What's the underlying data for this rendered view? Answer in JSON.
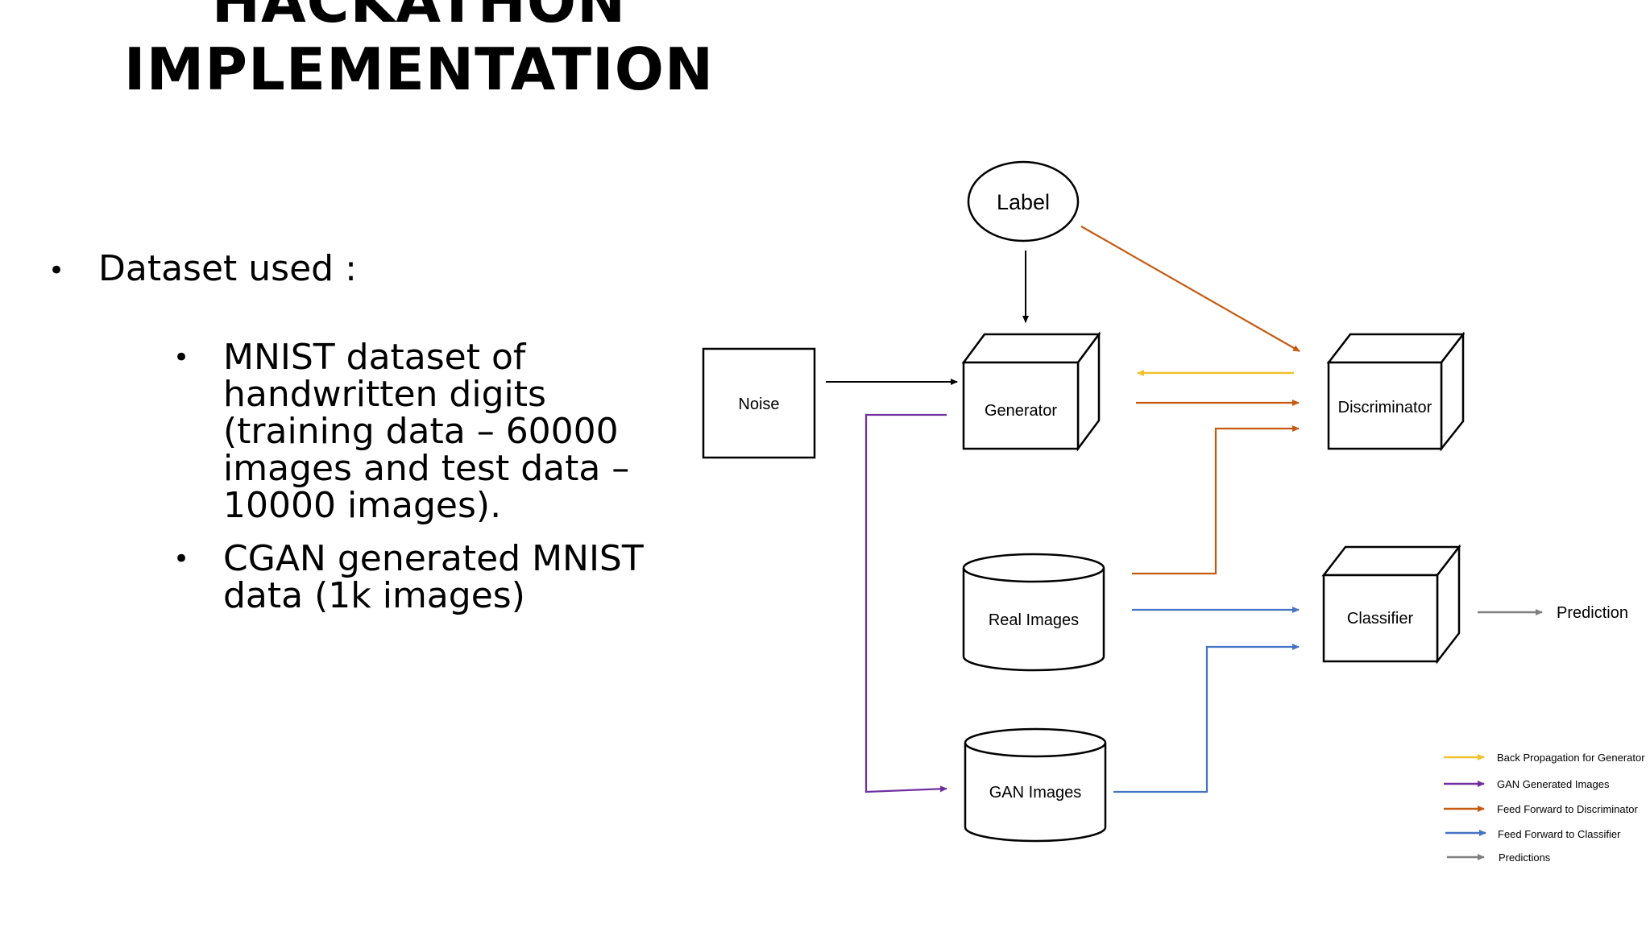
{
  "title": {
    "line1": "HACKATHON",
    "line2": "IMPLEMENTATION"
  },
  "bullets": {
    "main": "Dataset used :",
    "sub": [
      "MNIST dataset of handwritten digits (training data – 60000 images and test data – 10000 images).",
      "CGAN generated MNIST data (1k images)"
    ]
  },
  "diagram": {
    "nodes": {
      "label": "Label",
      "noise": "Noise",
      "generator": "Generator",
      "discriminator": "Discriminator",
      "real_images": "Real Images",
      "classifier": "Classifier",
      "gan_images": "GAN Images",
      "prediction": "Prediction"
    },
    "legend": [
      {
        "text": "Back Propagation for Generator",
        "color": "#f2c12e"
      },
      {
        "text": "GAN Generated Images",
        "color": "#7030a0"
      },
      {
        "text": "Feed Forward to Discriminator",
        "color": "#c55a11"
      },
      {
        "text": "Feed Forward  to Classifier",
        "color": "#4472c4"
      },
      {
        "text": "Predictions",
        "color": "#7f7f7f"
      }
    ],
    "colors": {
      "black": "#000000",
      "yellow": "#f2c12e",
      "purple": "#7030a0",
      "orange": "#c55a11",
      "blue": "#4472c4",
      "gray": "#7f7f7f"
    }
  }
}
